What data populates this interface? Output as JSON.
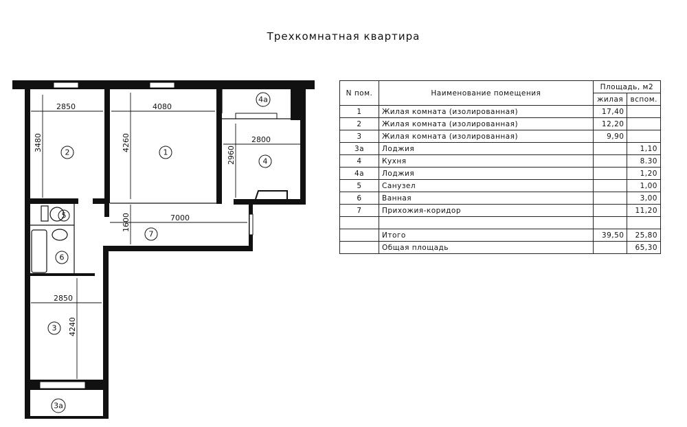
{
  "title": "Трехкомнатная квартира",
  "plan": {
    "dimensions": {
      "room2_width": "2850",
      "room2_depth": "3480",
      "room1_width": "4080",
      "room1_depth": "4260",
      "room4_width": "2800",
      "room4_depth": "2960",
      "corridor_length": "7000",
      "corridor_width": "1600",
      "room3_width": "2850",
      "room3_depth": "4240"
    },
    "room_labels": [
      "1",
      "2",
      "3",
      "3а",
      "4",
      "4а",
      "5",
      "6",
      "7"
    ]
  },
  "table": {
    "headers": {
      "num": "N пом.",
      "name": "Наименование помещения",
      "area": "Площадь,  м2",
      "living": "жилая",
      "aux": "вспом."
    },
    "rows": [
      {
        "num": "1",
        "name": "Жилая комната (изолированная)",
        "living": "17,40",
        "aux": ""
      },
      {
        "num": "2",
        "name": "Жилая комната (изолированная)",
        "living": "12,20",
        "aux": ""
      },
      {
        "num": "3",
        "name": "Жилая комната (изолированная)",
        "living": "9,90",
        "aux": ""
      },
      {
        "num": "3а",
        "name": "Лоджия",
        "living": "",
        "aux": "1,10"
      },
      {
        "num": "4",
        "name": "Кухня",
        "living": "",
        "aux": "8.30"
      },
      {
        "num": "4а",
        "name": "Лоджия",
        "living": "",
        "aux": "1,20"
      },
      {
        "num": "5",
        "name": "Санузел",
        "living": "",
        "aux": "1,00"
      },
      {
        "num": "6",
        "name": "Ванная",
        "living": "",
        "aux": "3,00"
      },
      {
        "num": "7",
        "name": "Прихожия-коридор",
        "living": "",
        "aux": "11,20"
      }
    ],
    "total": {
      "label": "Итого",
      "living": "39,50",
      "aux": "25,80"
    },
    "overall": {
      "label": "Общая площадь",
      "aux": "65,30"
    }
  }
}
